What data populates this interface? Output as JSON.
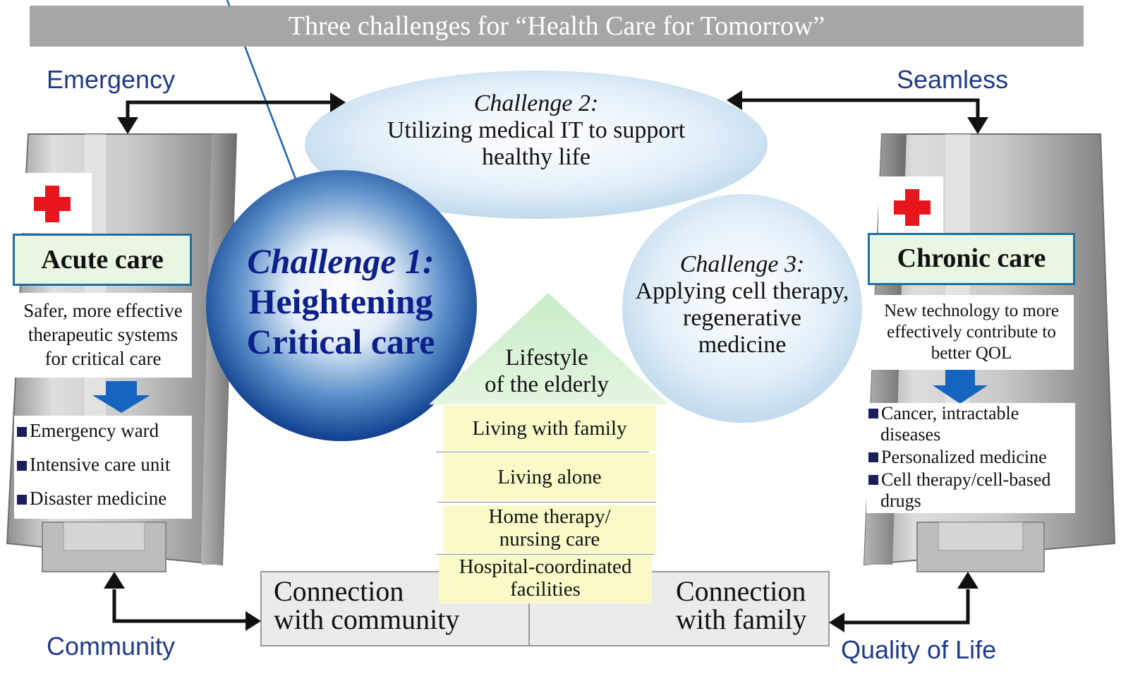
{
  "title": "Three challenges for “Health Care for Tomorrow”",
  "labels": {
    "emergency": "Emergency",
    "seamless": "Seamless",
    "community": "Community",
    "quality_of_life": "Quality of Life"
  },
  "acute": {
    "title": "Acute care",
    "description": [
      "Safer, more effective",
      "therapeutic systems",
      "for critical care"
    ],
    "items": [
      "Emergency ward",
      "Intensive care unit",
      "Disaster medicine"
    ]
  },
  "chronic": {
    "title": "Chronic care",
    "description": [
      "New technology to more",
      "effectively contribute to",
      "better QOL"
    ],
    "items": [
      {
        "line1": "Cancer, intractable",
        "line2": "diseases"
      },
      {
        "line1": "Personalized medicine",
        "line2": ""
      },
      {
        "line1": "Cell therapy/cell-based",
        "line2": "drugs"
      }
    ]
  },
  "challenge1": {
    "heading": "Challenge 1:",
    "line1": "Heightening",
    "line2": "Critical care"
  },
  "challenge2": {
    "heading": "Challenge 2:",
    "line1": "Utilizing medical IT to support",
    "line2": "healthy life"
  },
  "challenge3": {
    "heading": "Challenge 3:",
    "line1": "Applying cell therapy,",
    "line2": "regenerative",
    "line3": "medicine"
  },
  "house": {
    "roof_line1": "Lifestyle",
    "roof_line2": "of the elderly",
    "rows": [
      {
        "line1": "Living with family",
        "line2": ""
      },
      {
        "line1": "Living alone",
        "line2": ""
      },
      {
        "line1": "Home therapy/",
        "line2": "nursing care"
      },
      {
        "line1": "Hospital-coordinated",
        "line2": "facilities"
      }
    ]
  },
  "connections": {
    "community": {
      "line1": "Connection",
      "line2": "with community"
    },
    "family": {
      "line1": "Connection",
      "line2": "with family"
    }
  },
  "colors": {
    "title_bar": "#a6a6a6",
    "label_blue": "#1f3a8a",
    "challenge1_text": "#0d1f8a",
    "care_title_fill": "#e9f6e1",
    "care_title_border": "#1e6fa0",
    "house_fill": "#fafac8",
    "roof_green": "#c8ecc8",
    "red_cross": "#e8141e",
    "down_arrow": "#1565c0"
  }
}
